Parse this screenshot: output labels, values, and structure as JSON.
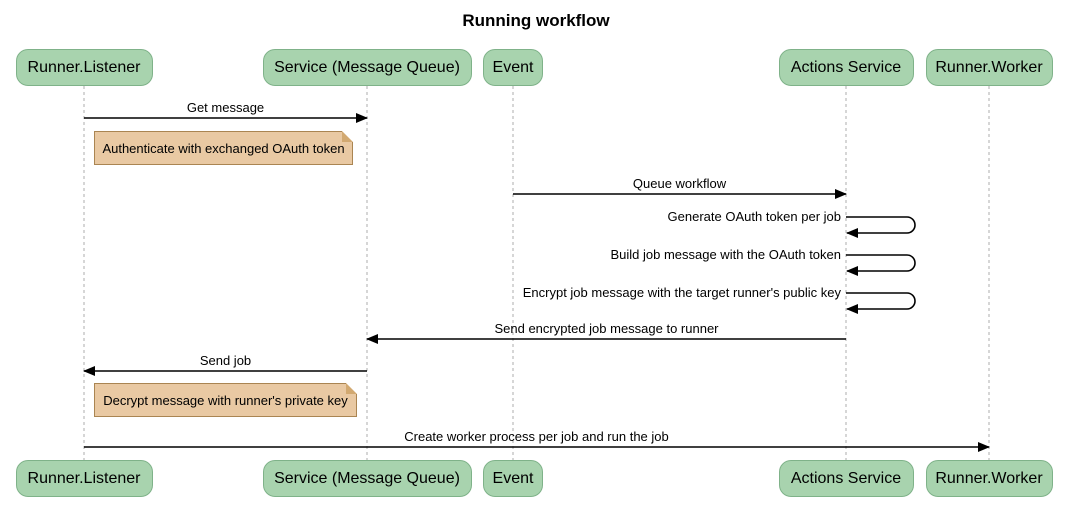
{
  "title": "Running workflow",
  "colors": {
    "actor_fill": "#A8D3AE",
    "actor_border": "#7FB289",
    "note_fill": "#E9C9A3",
    "note_border": "#AA8552",
    "note_fold": "#D2A971",
    "lifeline": "#ADADAD",
    "arrow": "#000000",
    "text": "#000000"
  },
  "actors": [
    {
      "name": "Runner.Listener"
    },
    {
      "name": "Service (Message Queue)"
    },
    {
      "name": "Event"
    },
    {
      "name": "Actions Service"
    },
    {
      "name": "Runner.Worker"
    }
  ],
  "messages": [
    {
      "kind": "arrow",
      "from": "Runner.Listener",
      "to": "Service (Message Queue)",
      "label": "Get message"
    },
    {
      "kind": "note",
      "anchor": "Runner.Listener",
      "label": "Authenticate with exchanged OAuth token"
    },
    {
      "kind": "arrow",
      "from": "Event",
      "to": "Actions Service",
      "label": "Queue workflow"
    },
    {
      "kind": "self",
      "from": "Actions Service",
      "to": "Actions Service",
      "label": "Generate OAuth token per job"
    },
    {
      "kind": "self",
      "from": "Actions Service",
      "to": "Actions Service",
      "label": "Build job message with the OAuth token"
    },
    {
      "kind": "self",
      "from": "Actions Service",
      "to": "Actions Service",
      "label": "Encrypt job message with the target runner's public key"
    },
    {
      "kind": "arrow",
      "from": "Actions Service",
      "to": "Service (Message Queue)",
      "label": "Send encrypted job message to runner"
    },
    {
      "kind": "arrow",
      "from": "Service (Message Queue)",
      "to": "Runner.Listener",
      "label": "Send job"
    },
    {
      "kind": "note",
      "anchor": "Runner.Listener",
      "label": "Decrypt message with runner's private key"
    },
    {
      "kind": "arrow",
      "from": "Runner.Listener",
      "to": "Runner.Worker",
      "label": "Create worker process per job and run the job"
    }
  ]
}
